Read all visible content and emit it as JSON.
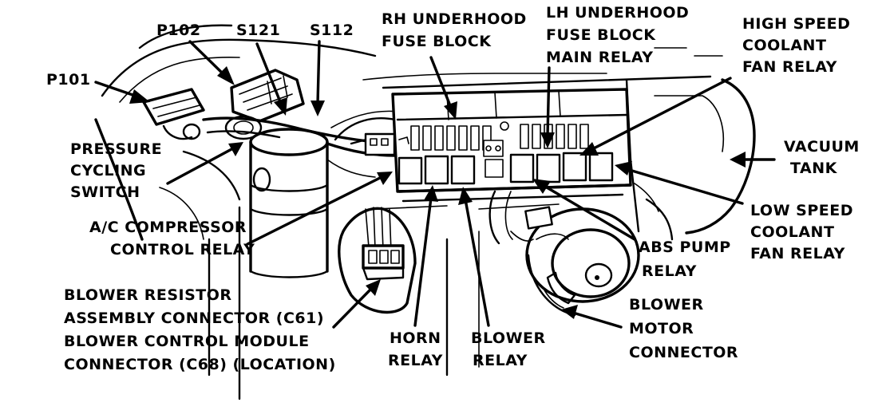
{
  "labels": {
    "p101": "P101",
    "p102": "P102",
    "s121": "S121",
    "s112": "S112",
    "rh_fuse_1": "RH UNDERHOOD",
    "rh_fuse_2": "FUSE BLOCK",
    "lh_fuse_1": "LH UNDERHOOD",
    "lh_fuse_2": "FUSE BLOCK",
    "lh_fuse_3": "MAIN RELAY",
    "hs_fan_1": "HIGH SPEED",
    "hs_fan_2": "COOLANT",
    "hs_fan_3": "FAN RELAY",
    "pressure_1": "PRESSURE",
    "pressure_2": "CYCLING",
    "pressure_3": "SWITCH",
    "vacuum_1": "VACUUM",
    "vacuum_2": "TANK",
    "ac_1": "A/C COMPRESSOR",
    "ac_2": "CONTROL RELAY",
    "ls_fan_1": "LOW SPEED",
    "ls_fan_2": "COOLANT",
    "ls_fan_3": "FAN RELAY",
    "abs_1": "ABS PUMP",
    "abs_2": "RELAY",
    "blower_res_1": "BLOWER RESISTOR",
    "blower_res_2": "ASSEMBLY CONNECTOR (C61)",
    "blower_res_3": "BLOWER CONTROL MODULE",
    "blower_res_4": "CONNECTOR (C68) (LOCATION)",
    "horn_1": "HORN",
    "horn_2": "RELAY",
    "blower_relay_1": "BLOWER",
    "blower_relay_2": "RELAY",
    "blower_motor_1": "BLOWER",
    "blower_motor_2": "MOTOR",
    "blower_motor_3": "CONNECTOR"
  },
  "colors": {
    "ink": "#000000",
    "paper": "#ffffff"
  }
}
